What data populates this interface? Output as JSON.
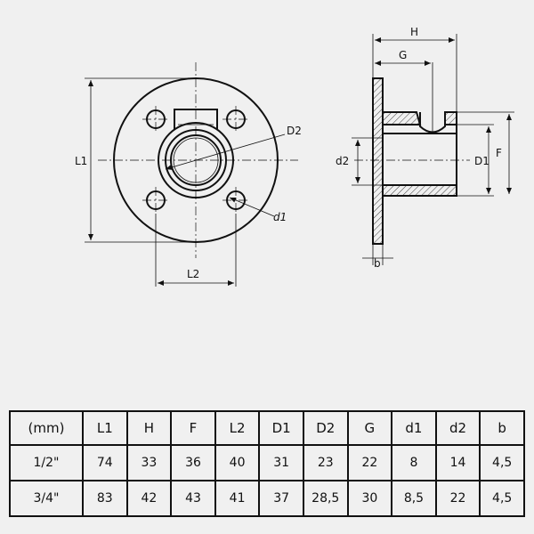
{
  "diagram": {
    "labels": {
      "L1": "L1",
      "L2": "L2",
      "D2": "D2",
      "d1": "d1",
      "H": "H",
      "G": "G",
      "d2": "d2",
      "D1": "D1",
      "F": "F",
      "b": "b"
    }
  },
  "table": {
    "header": [
      "(mm)",
      "L1",
      "H",
      "F",
      "L2",
      "D1",
      "D2",
      "G",
      "d1",
      "d2",
      "b"
    ],
    "rows": [
      [
        "1/2\"",
        "74",
        "33",
        "36",
        "40",
        "31",
        "23",
        "22",
        "8",
        "14",
        "4,5"
      ],
      [
        "3/4\"",
        "83",
        "42",
        "43",
        "41",
        "37",
        "28,5",
        "30",
        "8,5",
        "22",
        "4,5"
      ]
    ]
  }
}
